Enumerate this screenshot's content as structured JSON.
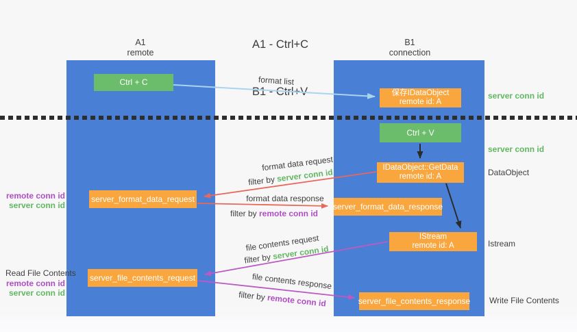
{
  "title": {
    "line1": "A1 - Ctrl+C",
    "line2": "B1 - Ctrl+V"
  },
  "columns": {
    "a1": {
      "name": "A1",
      "subtitle": "remote"
    },
    "b1": {
      "name": "B1",
      "subtitle": "connection"
    }
  },
  "nodes": {
    "ctrl_c": {
      "label": "Ctrl + C"
    },
    "save_idataobject": {
      "line1": "保存IDataObject",
      "line2": "remote id: A"
    },
    "ctrl_v": {
      "label": "Ctrl + V"
    },
    "getdata": {
      "line1": "IDataObject::GetData",
      "line2": "remote id: A"
    },
    "format_request": {
      "label": "server_format_data_request"
    },
    "format_response": {
      "label": "server_format_data_response"
    },
    "istream": {
      "line1": "IStream",
      "line2": "remote id: A"
    },
    "file_request": {
      "label": "server_file_contents_request"
    },
    "file_response": {
      "label": "server_file_contents_response"
    }
  },
  "edge_labels": {
    "format_list": "format list",
    "format_data_request": "format data request",
    "format_data_response": "format data response",
    "file_contents_request": "file contents request",
    "file_contents_response": "file contents response",
    "filter_by": "filter by ",
    "server_conn_id": "server conn id",
    "remote_conn_id": "remote conn id"
  },
  "annotations": {
    "server_conn_id_top": "server conn id",
    "server_conn_id_mid": "server conn id",
    "data_object": "DataObject",
    "istream": "Istream",
    "write_file_contents": "Write File Contents",
    "remote_conn_id_left1": "remote conn id",
    "server_conn_id_left1": "server conn id",
    "read_file_contents": "Read File Contents",
    "remote_conn_id_left2": "remote conn id",
    "server_conn_id_left2": "server conn id"
  },
  "colors": {
    "column_blue": "#4a7fd6",
    "box_green": "#6bbc6b",
    "box_orange": "#f9a63f",
    "arrow_red": "#e8685c",
    "arrow_magenta": "#bd5ac2",
    "arrow_lightblue": "#a9d4ef",
    "arrow_black": "#2b2b2b",
    "text_green": "#62b862",
    "text_purple": "#b04ec4",
    "background": "#f7f7f8"
  }
}
